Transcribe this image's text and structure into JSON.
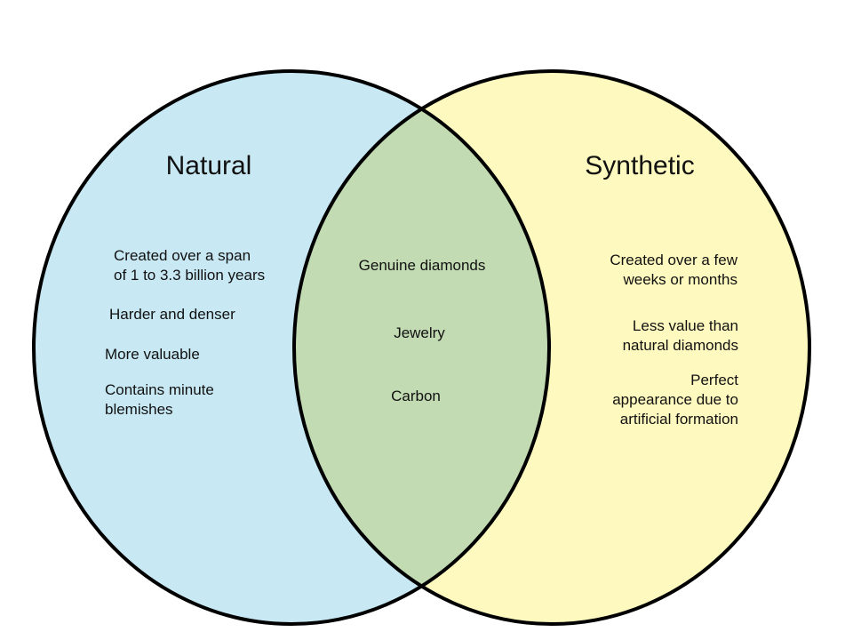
{
  "colors": {
    "left_fill": "#c8e9f4",
    "right_fill": "#fef9be",
    "overlap_fill": "#c2dbb3",
    "outline": "#000000"
  },
  "left": {
    "title": "Natural",
    "items": [
      "Created over a span\nof 1 to 3.3 billion years",
      "Harder and denser",
      "More valuable",
      "Contains minute\nblemishes"
    ]
  },
  "overlap": {
    "items": [
      "Genuine diamonds",
      "Jewelry",
      "Carbon"
    ]
  },
  "right": {
    "title": "Synthetic",
    "items": [
      "Created over a few\nweeks or months",
      "Less value than\nnatural diamonds",
      "Perfect\nappearance due to\nartificial formation"
    ]
  }
}
